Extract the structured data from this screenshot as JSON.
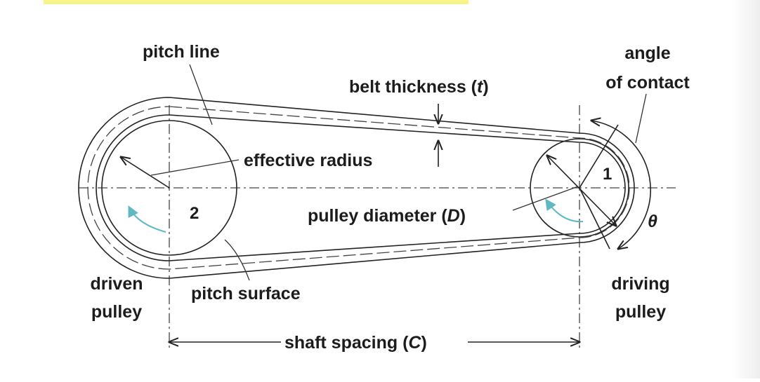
{
  "labels": {
    "pitch_line": "pitch line",
    "belt_thickness": "belt thickness (",
    "belt_thickness_sym": "t",
    "angle_contact_1": "angle",
    "angle_contact_2": "of contact",
    "effective_radius": "effective radius",
    "pulley_diameter": "pulley diameter (",
    "pulley_diameter_sym": "D",
    "close_paren": ")",
    "pulley_1": "1",
    "pulley_2": "2",
    "theta": "θ",
    "driven_1": "driven",
    "driven_2": "pulley",
    "driving_1": "driving",
    "driving_2": "pulley",
    "pitch_surface": "pitch surface",
    "shaft_spacing": "shaft spacing (",
    "shaft_spacing_sym": "C"
  },
  "colors": {
    "line": "#222222",
    "rotation_arrow": "#5fb9c2",
    "highlight": "#f7f58a"
  }
}
